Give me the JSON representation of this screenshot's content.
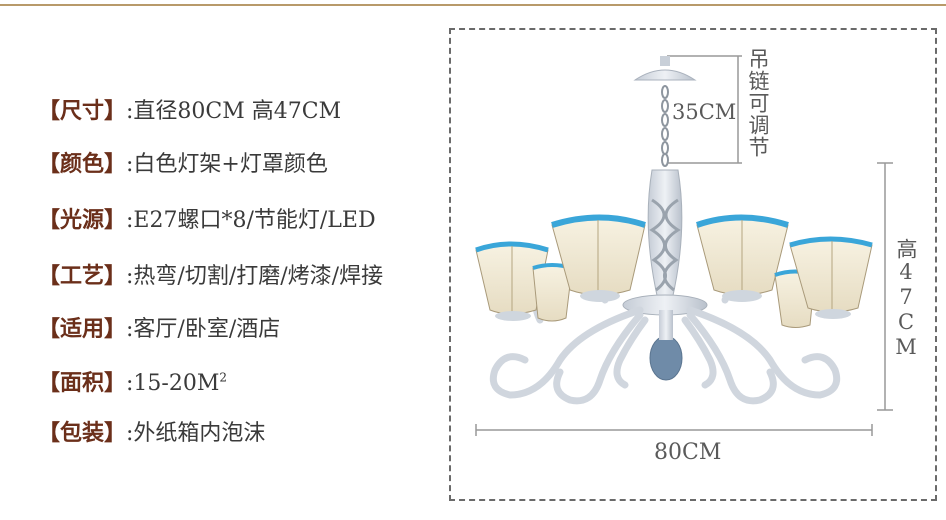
{
  "specs": [
    {
      "label": "【尺寸】",
      "value": ":直径80CM 高47CM"
    },
    {
      "label": "【颜色】",
      "value": ":白色灯架+灯罩颜色"
    },
    {
      "label": "【光源】",
      "value": ":E27螺口*8/节能灯/LED"
    },
    {
      "label": "【工艺】",
      "value": ":热弯/切割/打磨/烤漆/焊接"
    },
    {
      "label": "【适用】",
      "value": ":客厅/卧室/酒店"
    },
    {
      "label": "【面积】",
      "value": ":15-20M",
      "sup": "2"
    },
    {
      "label": "【包装】",
      "value": ":外纸箱内泡沫"
    }
  ],
  "dimensions": {
    "chain_length": "35CM",
    "chain_note": "吊链可调节",
    "height": "高47CM",
    "width": "80CM"
  },
  "colors": {
    "label": "#6b2f1a",
    "frame": "#d8dde4",
    "shade_glass": "#f3ecd8",
    "shade_accent": "#3aa6d9",
    "border": "#6a6a6a"
  }
}
